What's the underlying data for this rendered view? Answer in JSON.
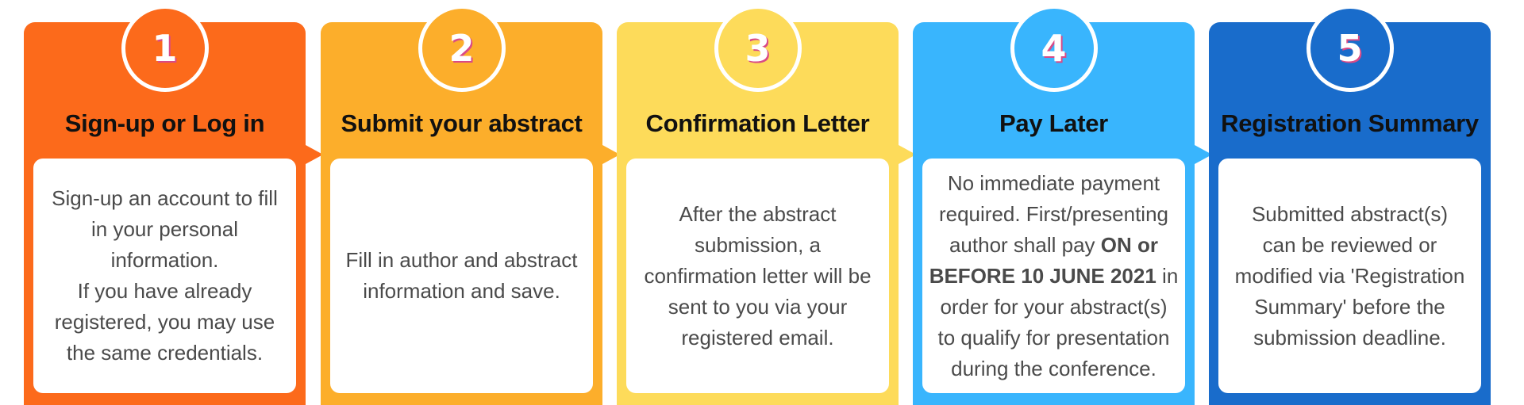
{
  "colors": {
    "step1": "#fc6a1b",
    "step2": "#fcae2b",
    "step3": "#fddb5a",
    "step4": "#39b5fd",
    "step5": "#196ccb"
  },
  "steps": [
    {
      "number": "1",
      "title": "Sign-up or Log in",
      "lines": [
        "Sign-up an account to fill",
        "in your personal",
        "information.",
        "If you have already",
        "registered, you may use",
        "the same credentials."
      ]
    },
    {
      "number": "2",
      "title": "Submit your abstract",
      "lines": [
        "Fill in author and abstract",
        "information and save."
      ]
    },
    {
      "number": "3",
      "title": "Confirmation Letter",
      "lines": [
        "After the abstract",
        "submission, a",
        "confirmation letter will be",
        "sent to you via your",
        "registered email."
      ]
    },
    {
      "number": "4",
      "title": "Pay Later",
      "line1": "No immediate payment",
      "line2": "required. First/presenting",
      "line3a": "author shall pay ",
      "line3b": "ON or",
      "line4a": "BEFORE 10 JUNE 2021",
      "line4b": " in",
      "line5": "order for your abstract(s)",
      "line6": "to qualify for presentation",
      "line7": "during the conference."
    },
    {
      "number": "5",
      "title": "Registration Summary",
      "lines": [
        "Submitted abstract(s)",
        "can be reviewed or",
        "modified via 'Registration",
        "Summary' before the",
        "submission deadline."
      ]
    }
  ]
}
